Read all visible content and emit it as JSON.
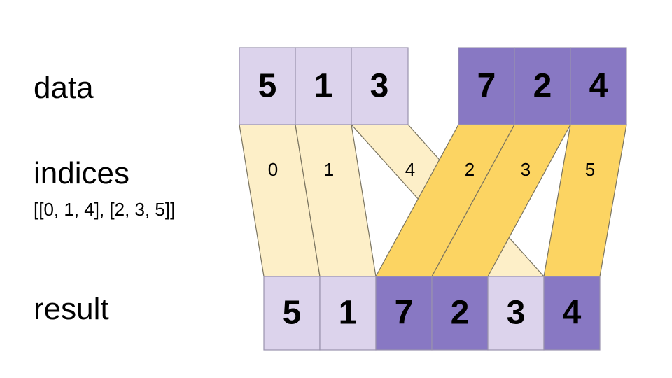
{
  "diagram": {
    "type": "index-gather-ribbon-diagram",
    "title_rows": {
      "data_label": "data",
      "indices_label": "indices",
      "indices_expression": "[[0, 1, 4], [2, 3, 5]]",
      "result_label": "result"
    },
    "colors": {
      "light_purple": "#DCD3EC",
      "dark_purple": "#8878C3",
      "light_yellow": "#FDEFC8",
      "dark_yellow": "#FCD462",
      "cell_stroke": "#9a93ad",
      "ribbon_stroke": "#7a7460",
      "background": "#FFFFFF",
      "text": "#000000"
    },
    "data_row": {
      "groups": [
        {
          "name": "group-light",
          "fill": "light_purple",
          "cells": [
            {
              "value": "5"
            },
            {
              "value": "1"
            },
            {
              "value": "3"
            }
          ]
        },
        {
          "name": "group-dark",
          "fill": "dark_purple",
          "cells": [
            {
              "value": "7"
            },
            {
              "value": "2"
            },
            {
              "value": "4"
            }
          ]
        }
      ]
    },
    "indices_row": {
      "labels": [
        "0",
        "1",
        "4",
        "2",
        "3",
        "5"
      ],
      "ribbon_tone": [
        "light",
        "light",
        "light",
        "dark",
        "dark",
        "dark"
      ]
    },
    "result_row": {
      "cells": [
        {
          "value": "5",
          "fill": "light_purple"
        },
        {
          "value": "1",
          "fill": "light_purple"
        },
        {
          "value": "7",
          "fill": "dark_purple"
        },
        {
          "value": "2",
          "fill": "dark_purple"
        },
        {
          "value": "3",
          "fill": "light_purple"
        },
        {
          "value": "4",
          "fill": "dark_purple"
        }
      ]
    }
  }
}
